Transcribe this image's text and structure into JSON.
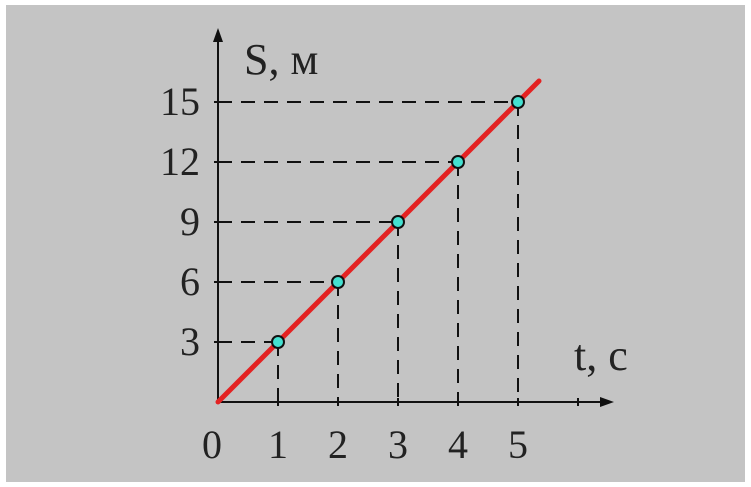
{
  "chart_data": {
    "type": "line",
    "title": "",
    "xlabel": "t, c",
    "ylabel": "S, м",
    "origin_label": "0",
    "x_ticks": [
      "1",
      "2",
      "3",
      "4",
      "5"
    ],
    "y_ticks": [
      "3",
      "6",
      "9",
      "12",
      "15"
    ],
    "xlim": [
      0,
      6.5
    ],
    "ylim": [
      0,
      16.5
    ],
    "series": [
      {
        "x": [
          0,
          1,
          2,
          3,
          4,
          5,
          5.35
        ],
        "y": [
          0,
          3,
          6,
          9,
          12,
          15,
          16.05
        ]
      }
    ],
    "points": [
      {
        "x": 1,
        "y": 3
      },
      {
        "x": 2,
        "y": 6
      },
      {
        "x": 3,
        "y": 9
      },
      {
        "x": 4,
        "y": 12
      },
      {
        "x": 5,
        "y": 15
      }
    ],
    "grid": false,
    "dashed_guides": true,
    "colors": {
      "background": "#c4c4c4",
      "line": "#e32222",
      "point_fill": "#44e0d0",
      "axis": "#111111",
      "guide": "#111111"
    }
  }
}
